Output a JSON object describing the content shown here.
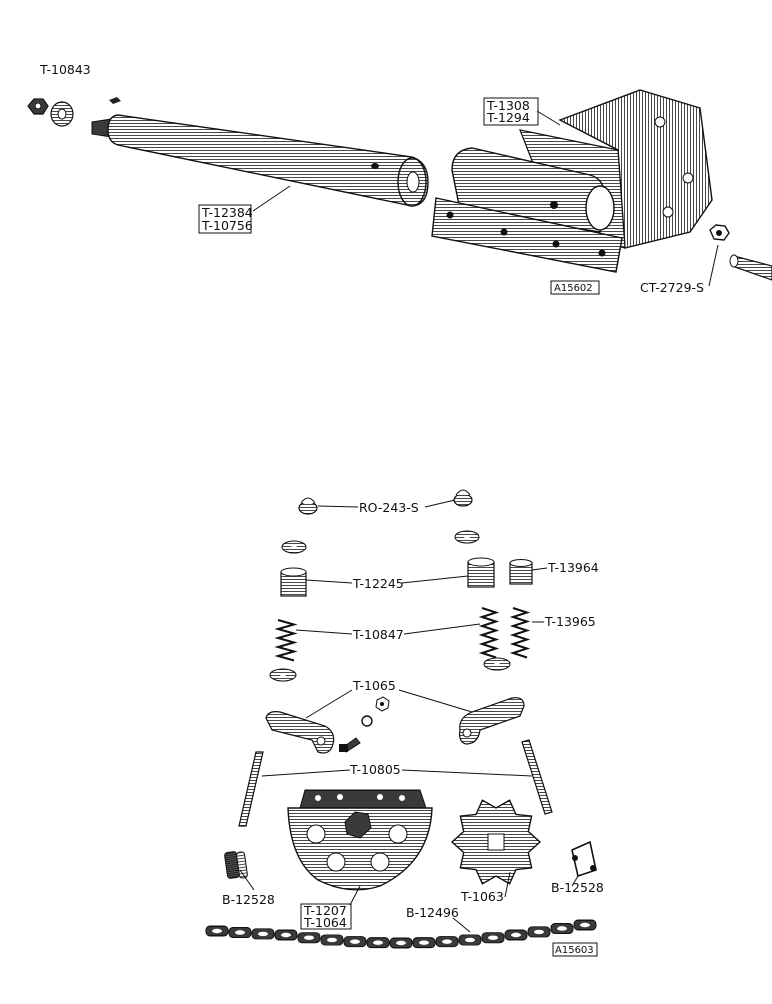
{
  "top_figure": {
    "labels": {
      "rod_tip": "T-10843",
      "shaft_a": "T-12384",
      "shaft_b": "T-10756",
      "bracket_a": "T-1308",
      "bracket_b": "T-1294",
      "nut_bolt": "CT-2729-S",
      "ref": "A15602"
    }
  },
  "bottom_figure": {
    "labels": {
      "cap_nut": "RO-243-S",
      "bushing": "T-12245",
      "small_bushing": "T-13964",
      "spring": "T-10847",
      "small_spring": "T-13965",
      "arm": "T-1065",
      "pin": "T-10805",
      "disc_a": "T-1207",
      "disc_b": "T-1064",
      "sprocket": "T-1063",
      "link_left": "B-12528",
      "link_right": "B-12528",
      "chain": "B-12496",
      "ref": "A15603"
    }
  }
}
